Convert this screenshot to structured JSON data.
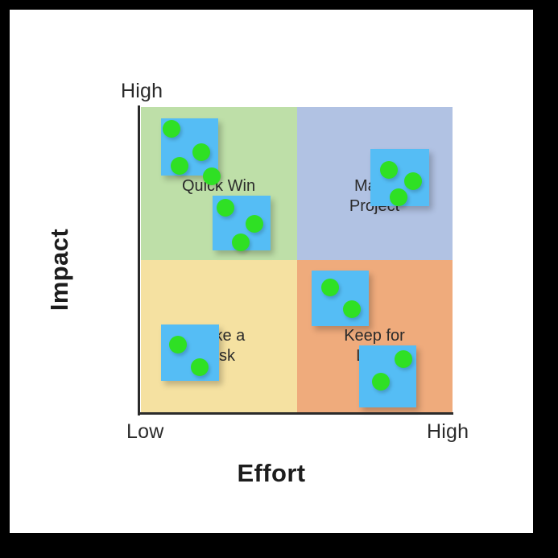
{
  "figure": {
    "background": "#000000",
    "canvas_color": "#ffffff"
  },
  "axes": {
    "x_title": "Effort",
    "y_title": "Impact",
    "x_ticks": [
      "Low",
      "High"
    ],
    "y_ticks": [
      "High"
    ],
    "axis_color": "#2b2b2b"
  },
  "quadrants": [
    {
      "key": "quick_win",
      "label": "Quick Win",
      "color": "#bedfa8"
    },
    {
      "key": "major",
      "label": "Major\nProject",
      "color": "#b1c2e3"
    },
    {
      "key": "make_task",
      "label": "Make a\nTask",
      "color": "#f5e1a1"
    },
    {
      "key": "keep_later",
      "label": "Keep for\nLater",
      "color": "#efab7c"
    }
  ],
  "card_style": {
    "fill": "#55bdf5",
    "dot_fill": "#2fe024"
  },
  "chart_data": {
    "type": "scatter",
    "title": "",
    "xlabel": "Effort",
    "ylabel": "Impact",
    "xlim": [
      0,
      1
    ],
    "ylim": [
      0,
      1
    ],
    "xtick_labels": [
      "Low",
      "High"
    ],
    "ytick_labels": [
      "High"
    ],
    "grid": false,
    "legend": "none",
    "quadrant_colors": [
      "#bedfa8",
      "#b1c2e3",
      "#f5e1a1",
      "#efab7c"
    ],
    "annotations": [
      "Quick Win",
      "Major Project",
      "Make a Task",
      "Keep for Later"
    ],
    "cards": [
      {
        "quadrant": "quick_win",
        "x": 25,
        "y": 14,
        "w": 71,
        "h": 71,
        "dots": [
          [
            13,
            13
          ],
          [
            50,
            42
          ],
          [
            23,
            59
          ],
          [
            63,
            72
          ]
        ]
      },
      {
        "quadrant": "quick_win",
        "x": 89,
        "y": 110,
        "w": 72,
        "h": 68,
        "dots": [
          [
            16,
            15
          ],
          [
            52,
            35
          ],
          [
            35,
            58
          ]
        ]
      },
      {
        "quadrant": "major",
        "x": 285,
        "y": 52,
        "w": 73,
        "h": 71,
        "dots": [
          [
            23,
            26
          ],
          [
            53,
            40
          ],
          [
            35,
            60
          ]
        ]
      },
      {
        "quadrant": "keep_later",
        "x": 212,
        "y": 203,
        "w": 71,
        "h": 69,
        "dots": [
          [
            23,
            21
          ],
          [
            50,
            48
          ]
        ]
      },
      {
        "quadrant": "make_task",
        "x": 25,
        "y": 270,
        "w": 72,
        "h": 70,
        "dots": [
          [
            21,
            25
          ],
          [
            48,
            53
          ]
        ]
      },
      {
        "quadrant": "keep_later",
        "x": 271,
        "y": 296,
        "w": 71,
        "h": 77,
        "dots": [
          [
            55,
            17
          ],
          [
            27,
            45
          ]
        ]
      }
    ],
    "dot_radius": 11
  }
}
